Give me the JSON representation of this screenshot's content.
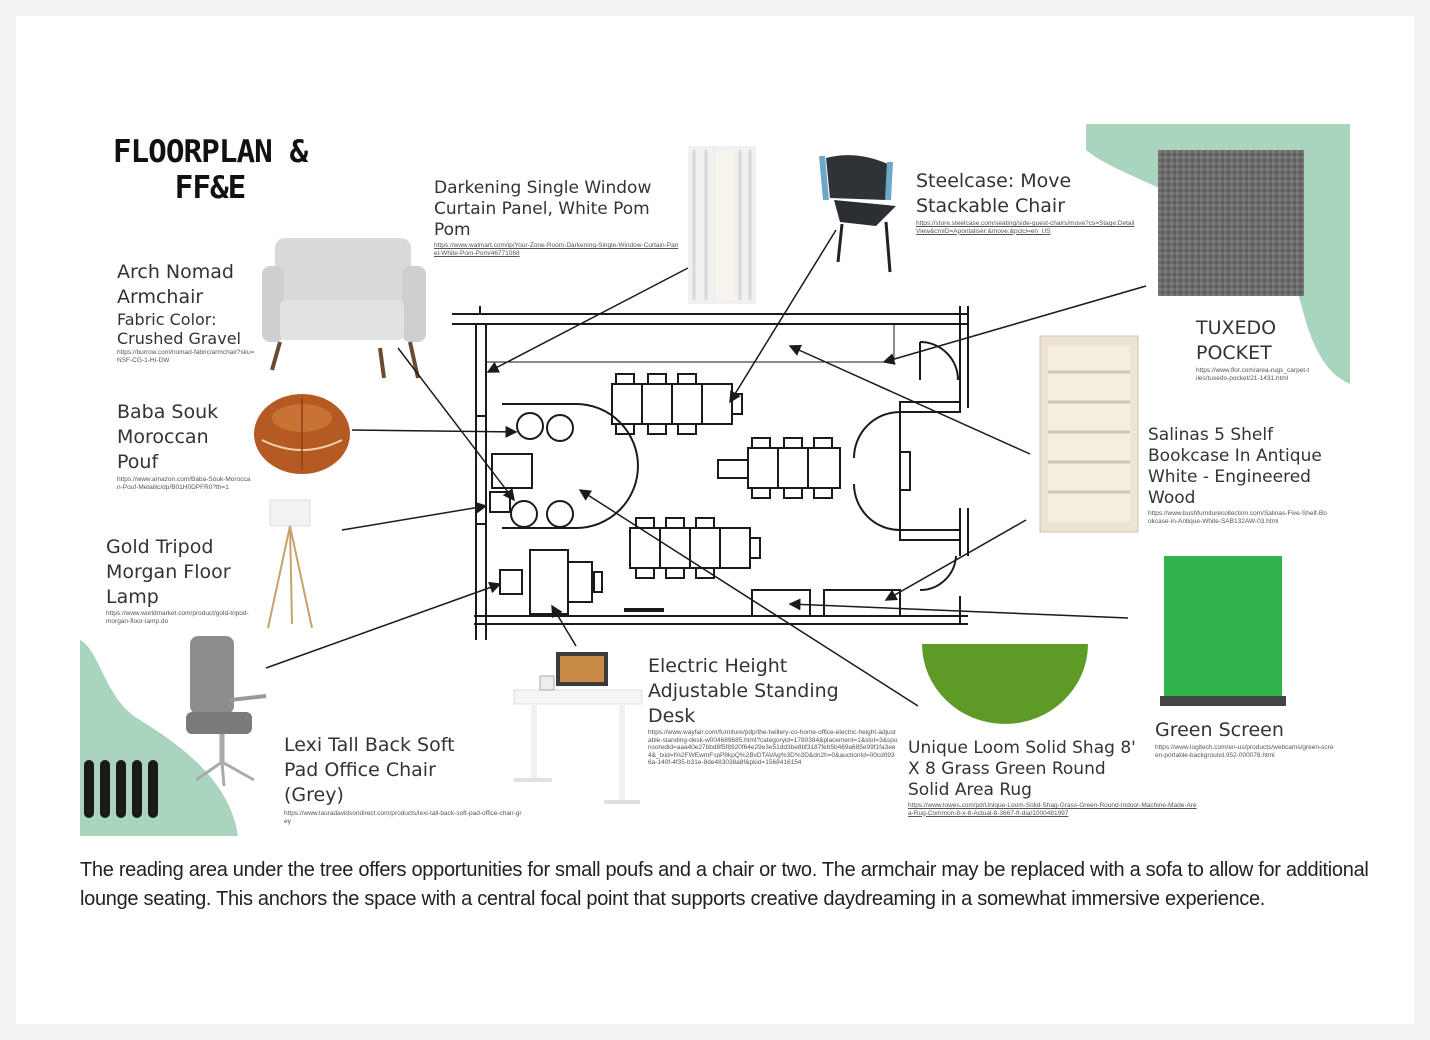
{
  "title": {
    "line1": "FLOORPLAN &",
    "line2": "FF&E"
  },
  "items": {
    "armchair": {
      "name": "Arch Nomad Armchair",
      "detail": "Fabric Color: Crushed Gravel",
      "url": "https://burrow.com/nomad-fabric/armchair?sku=NSF-CG-1-HI-DW"
    },
    "pouf": {
      "name": "Baba Souk Moroccan Pouf",
      "url": "https://www.amazon.com/Baba-Souk-Moroccan-Pouf-Metallic/dp/B01H0DPFR0?th=1"
    },
    "lamp": {
      "name": "Gold Tripod Morgan Floor Lamp",
      "url": "https://www.worldmarket.com/product/gold-tripod-morgan-floor-lamp.do"
    },
    "office_chair": {
      "name": "Lexi Tall Back Soft Pad Office Chair (Grey)",
      "url": "https://www.lauradavidsondirect.com/products/lexi-tall-back-soft-pad-office-chair-grey"
    },
    "curtain": {
      "name": "Darkening Single Window Curtain Panel, White Pom Pom",
      "url": "https://www.walmart.com/ip/Your-Zone-Room-Darkening-Single-Window-Curtain-Panel-White-Pom-Pom/46771068"
    },
    "stack_chair": {
      "name": "Steelcase: Move Stackable Chair",
      "url": "https://store.steelcase.com/seating/side-guest-chairs/move?cs=Stage:DetailView&cmID=Apontaliser:&move:&pclcl=en_US"
    },
    "carpet": {
      "name": "TUXEDO POCKET",
      "url": "https://www.flor.com/area-rugs_carpet-tiles/tuxedo-pocket/21-1431.html"
    },
    "bookcase": {
      "name": "Salinas 5 Shelf Bookcase In Antique White - Engineered Wood",
      "url": "https://www.bushfurniturecollection.com/Salinas-Five-Shelf-Bookcase-in-Antique-White-SAB132AW-03.html"
    },
    "desk": {
      "name": "Electric Height Adjustable Standing Desk",
      "url": "https://www.wayfair.com/furniture/pdp/the-twillery-co-home-office-electric-height-adjustable-standing-desk-w004689685.html?categoryid=1780384&placement=1&slot=3&sponsoredid=aaa40e27bbd8f5f8920f64e29e3e51dd3be8bf3187feb5b469a685e99f1fa3ee4&_txid=I%2FWEwmFspP8kpQ%2BvDTAVAg%3D%3D&dn2h=0&auctionId=00cd0936a-140f-4f35-b31e-8de483038a8f&pkid=1568416154"
    },
    "rug": {
      "name": "Unique Loom Solid Shag 8' X 8 Grass Green Round Solid Area Rug",
      "url": "https://www.lowes.com/pd/Unique-Loom-Solid-Shag-Grass-Green-Round-Indoor-Machine-Made-Area-Rug-Common-8-x-8-Actual-8-3667-ft-dia/1000481997"
    },
    "green_screen": {
      "name": "Green Screen",
      "url": "https://www.logitech.com/en-us/products/webcams/green-screen-portable-background.952-000076.html"
    }
  },
  "caption": "The reading area under the tree offers opportunities for small poufs and a chair or two. The armchair may be replaced with a sofa to allow for additional lounge seating. This anchors the space with a central focal point that supports creative daydreaming in a somewhat immersive experience.",
  "colors": {
    "mint": "#a9d4be",
    "ink": "#1a1a1a",
    "green_screen": "#2fb34a",
    "rug": "#5e9a26",
    "pouf": "#b55a22"
  }
}
